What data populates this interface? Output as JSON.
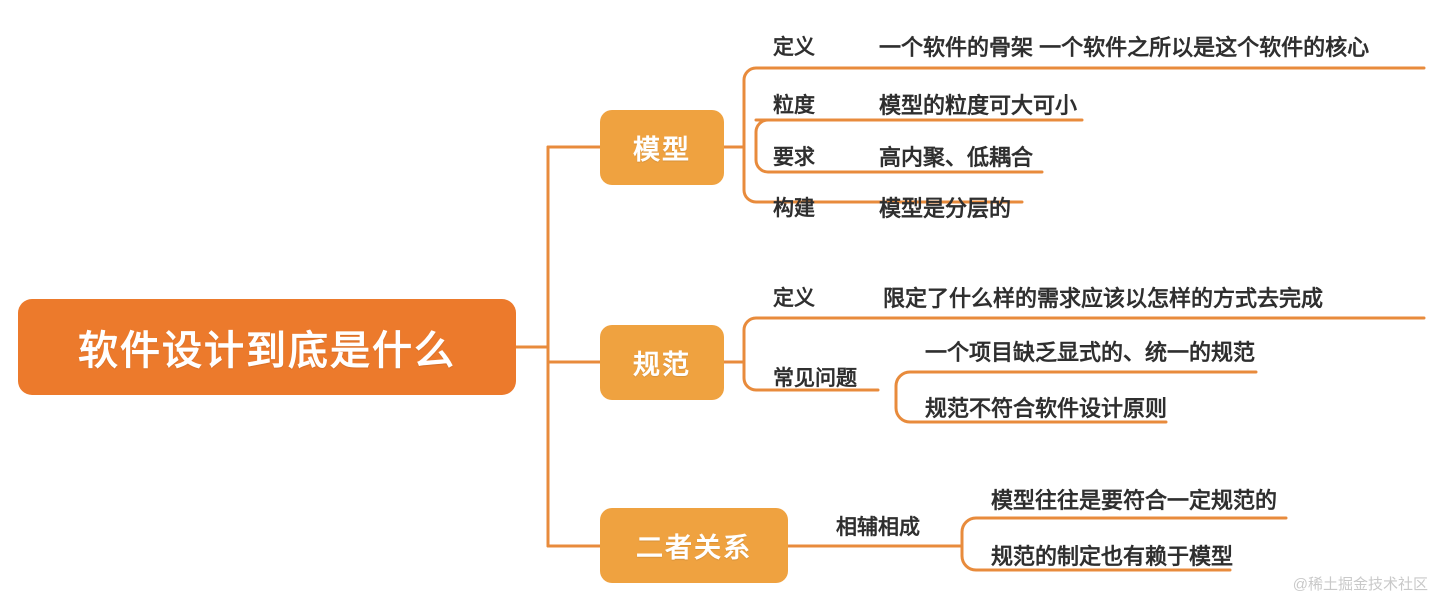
{
  "diagram": {
    "title": "软件设计到底是什么",
    "type": "mindmap",
    "colors": {
      "root_fill": "#ec7a2c",
      "branch_fill": "#efa240",
      "connector": "#e88b3c",
      "text": "#2f2f2f",
      "node_text": "#ffffff",
      "background": "#ffffff",
      "watermark": "#c9c9c9"
    }
  },
  "root": {
    "label": "软件设计到底是什么"
  },
  "branches": [
    {
      "label": "模型",
      "items": [
        {
          "key": "定义",
          "value": "一个软件的骨架 一个软件之所以是这个软件的核心"
        },
        {
          "key": "粒度",
          "value": "模型的粒度可大可小"
        },
        {
          "key": "要求",
          "value": "高内聚、低耦合"
        },
        {
          "key": "构建",
          "value": "模型是分层的"
        }
      ]
    },
    {
      "label": "规范",
      "items": [
        {
          "key": "定义",
          "value": "限定了什么样的需求应该以怎样的方式去完成"
        },
        {
          "key": "常见问题",
          "value": "",
          "children": [
            "一个项目缺乏显式的、统一的规范",
            "规范不符合软件设计原则"
          ]
        }
      ]
    },
    {
      "label": "二者关系",
      "items": [
        {
          "key": "相辅相成",
          "value": "",
          "children": [
            "模型往往是要符合一定规范的",
            "规范的制定也有赖于模型"
          ]
        }
      ]
    }
  ],
  "watermark": {
    "text": "@稀土掘金技术社区"
  }
}
